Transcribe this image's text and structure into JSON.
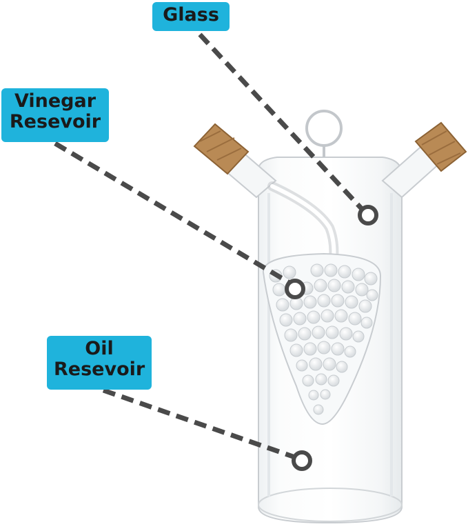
{
  "labels": {
    "glass": "Glass",
    "vinegar": [
      "Vinegar",
      "Resevoir"
    ],
    "oil": [
      "Oil",
      "Resevoir"
    ]
  },
  "colors": {
    "label_bg": "#1fb3dc",
    "label_text": "#1a1a1a",
    "leader_line": "#4a4a4a",
    "cork": "#b98a55",
    "glass_outline": "#c8ccd0"
  },
  "icons": {
    "bottle": "oil-vinegar-bottle-illustration",
    "cork": "cork-stopper",
    "grape": "grape-shaped-inner-reservoir"
  }
}
